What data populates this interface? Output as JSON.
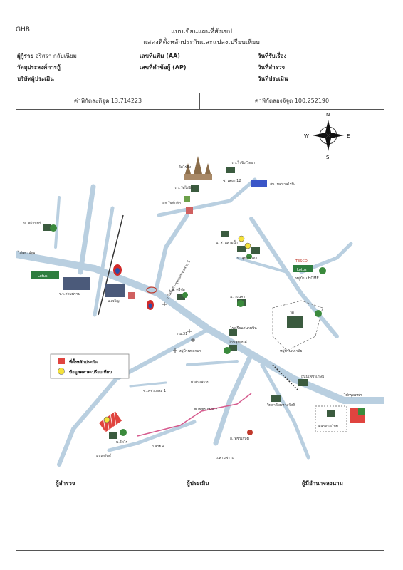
{
  "header": {
    "corner": "GHB",
    "title1": "แบบเขียนแผนที่สังเขป",
    "title2": "แสดงที่ตั้งหลักประกันและแปลงเปรียบเทียบ"
  },
  "info": {
    "c1": [
      {
        "label": "ผู้กู้ราย",
        "value": "อริสรา กลับเนียม"
      },
      {
        "label": "วัตถุประสงค์การกู้",
        "value": ""
      },
      {
        "label": "บริษัทผู้ประเมิน",
        "value": ""
      }
    ],
    "c2": [
      {
        "label": "เลขที่แฟ้ม (AA)",
        "value": ""
      },
      {
        "label": "เลขที่คำข้อกู้ (AP)",
        "value": ""
      }
    ],
    "c3": [
      {
        "label": "วันที่รับเรื่อง",
        "value": ""
      },
      {
        "label": "วันที่สำรวจ",
        "value": ""
      },
      {
        "label": "วันที่ประเมิน",
        "value": ""
      }
    ]
  },
  "coords": {
    "lat": "ค่าพิกัดละติจูด 13.714223",
    "lon": "ค่าพิกัดลองจิจูด 100.252190"
  },
  "compass": {
    "n": "N",
    "s": "S",
    "e": "E",
    "w": "W"
  },
  "legend": {
    "collateral": "ที่ตั้งหลักประกัน",
    "compare": "ข้อมูลตลาดเปรียบเทียบ",
    "collateral_color": "#e0443f",
    "compare_color": "#f5e23a"
  },
  "places": {
    "wat_rai_khing": "วัดไร่ขิง",
    "rr_wat_rai_khing": "ร.ร.วัดไร่ขิง",
    "rr_rai_khing_wittaya": "ร.ร.ไร่ขิง วิทยา",
    "soi_lek12": "ซ. เลขา 12",
    "tesaban": "สน.เทศบาลไร่ขิง",
    "police": "สภ.โพธิ์แก้ว",
    "ban_sriyan": "ม. ศรีจันทร์",
    "to_nakhon_pathom": "ไปนครปฐม",
    "lotus_left": "Lotus",
    "rr_sampran": "ร.ร.สามพราน",
    "m_jariya": "ม.เจริญ",
    "rd_sam_phran_phut": "ถ.โพธิ์แก้ว-พุทธมณฑลสาย 5",
    "m_suan_sai": "ม. สวนสายน้ำ",
    "m_sukanta": "ม. สุขกานดา",
    "lotus_right": "Lotus",
    "ban_suksan": "หมู่บ้านพฤกษา",
    "m_sri_chai": "ม. ศรีชัย",
    "m_rung_nakhon": "ม. รุ่งนคร",
    "km31": "กม.31",
    "rong_rian_sanam": "โรงเรียนสนามบิน",
    "ban_suk_san_2": "บ้านสุขสันต์",
    "ban_phrueksa": "หมู่บ้านพฤกษา",
    "supalai": "หมู่บ้านศุภาลัย",
    "market": "ตลาดนัดใหม่",
    "to_bangkok": "ไปกรุงเทพฯ",
    "mahasawat": "วิทยาลัยมหาสวัสดิ์",
    "soi_phet_1": "ซ.เพชรเกษม 1",
    "soi_phet_2": "ซ.เพชรเกษม 2",
    "m_wat_sai": "ม.วัดไร่",
    "m_sam_phran_2": "ม.สามพราน",
    "khlong_pho": "คลองโพธิ์",
    "rd_4": "ถ.สาย 4",
    "home_pro": "หมู่บ้าน HOME",
    "wat": "วัด",
    "rd_lek": "ถ.เพชรเกษม",
    "phet_kasem": "ถนนเพชรเกษม",
    "soi_l": "ซ.สามพราน",
    "sampran_pass": "ถ.สามพราน",
    "tesco": "TESCO"
  },
  "signatures": {
    "surveyor": "ผู้สำรวจ",
    "appraiser": "ผู้ประเมิน",
    "authorized": "ผู้มีอำนาจลงนาม"
  }
}
